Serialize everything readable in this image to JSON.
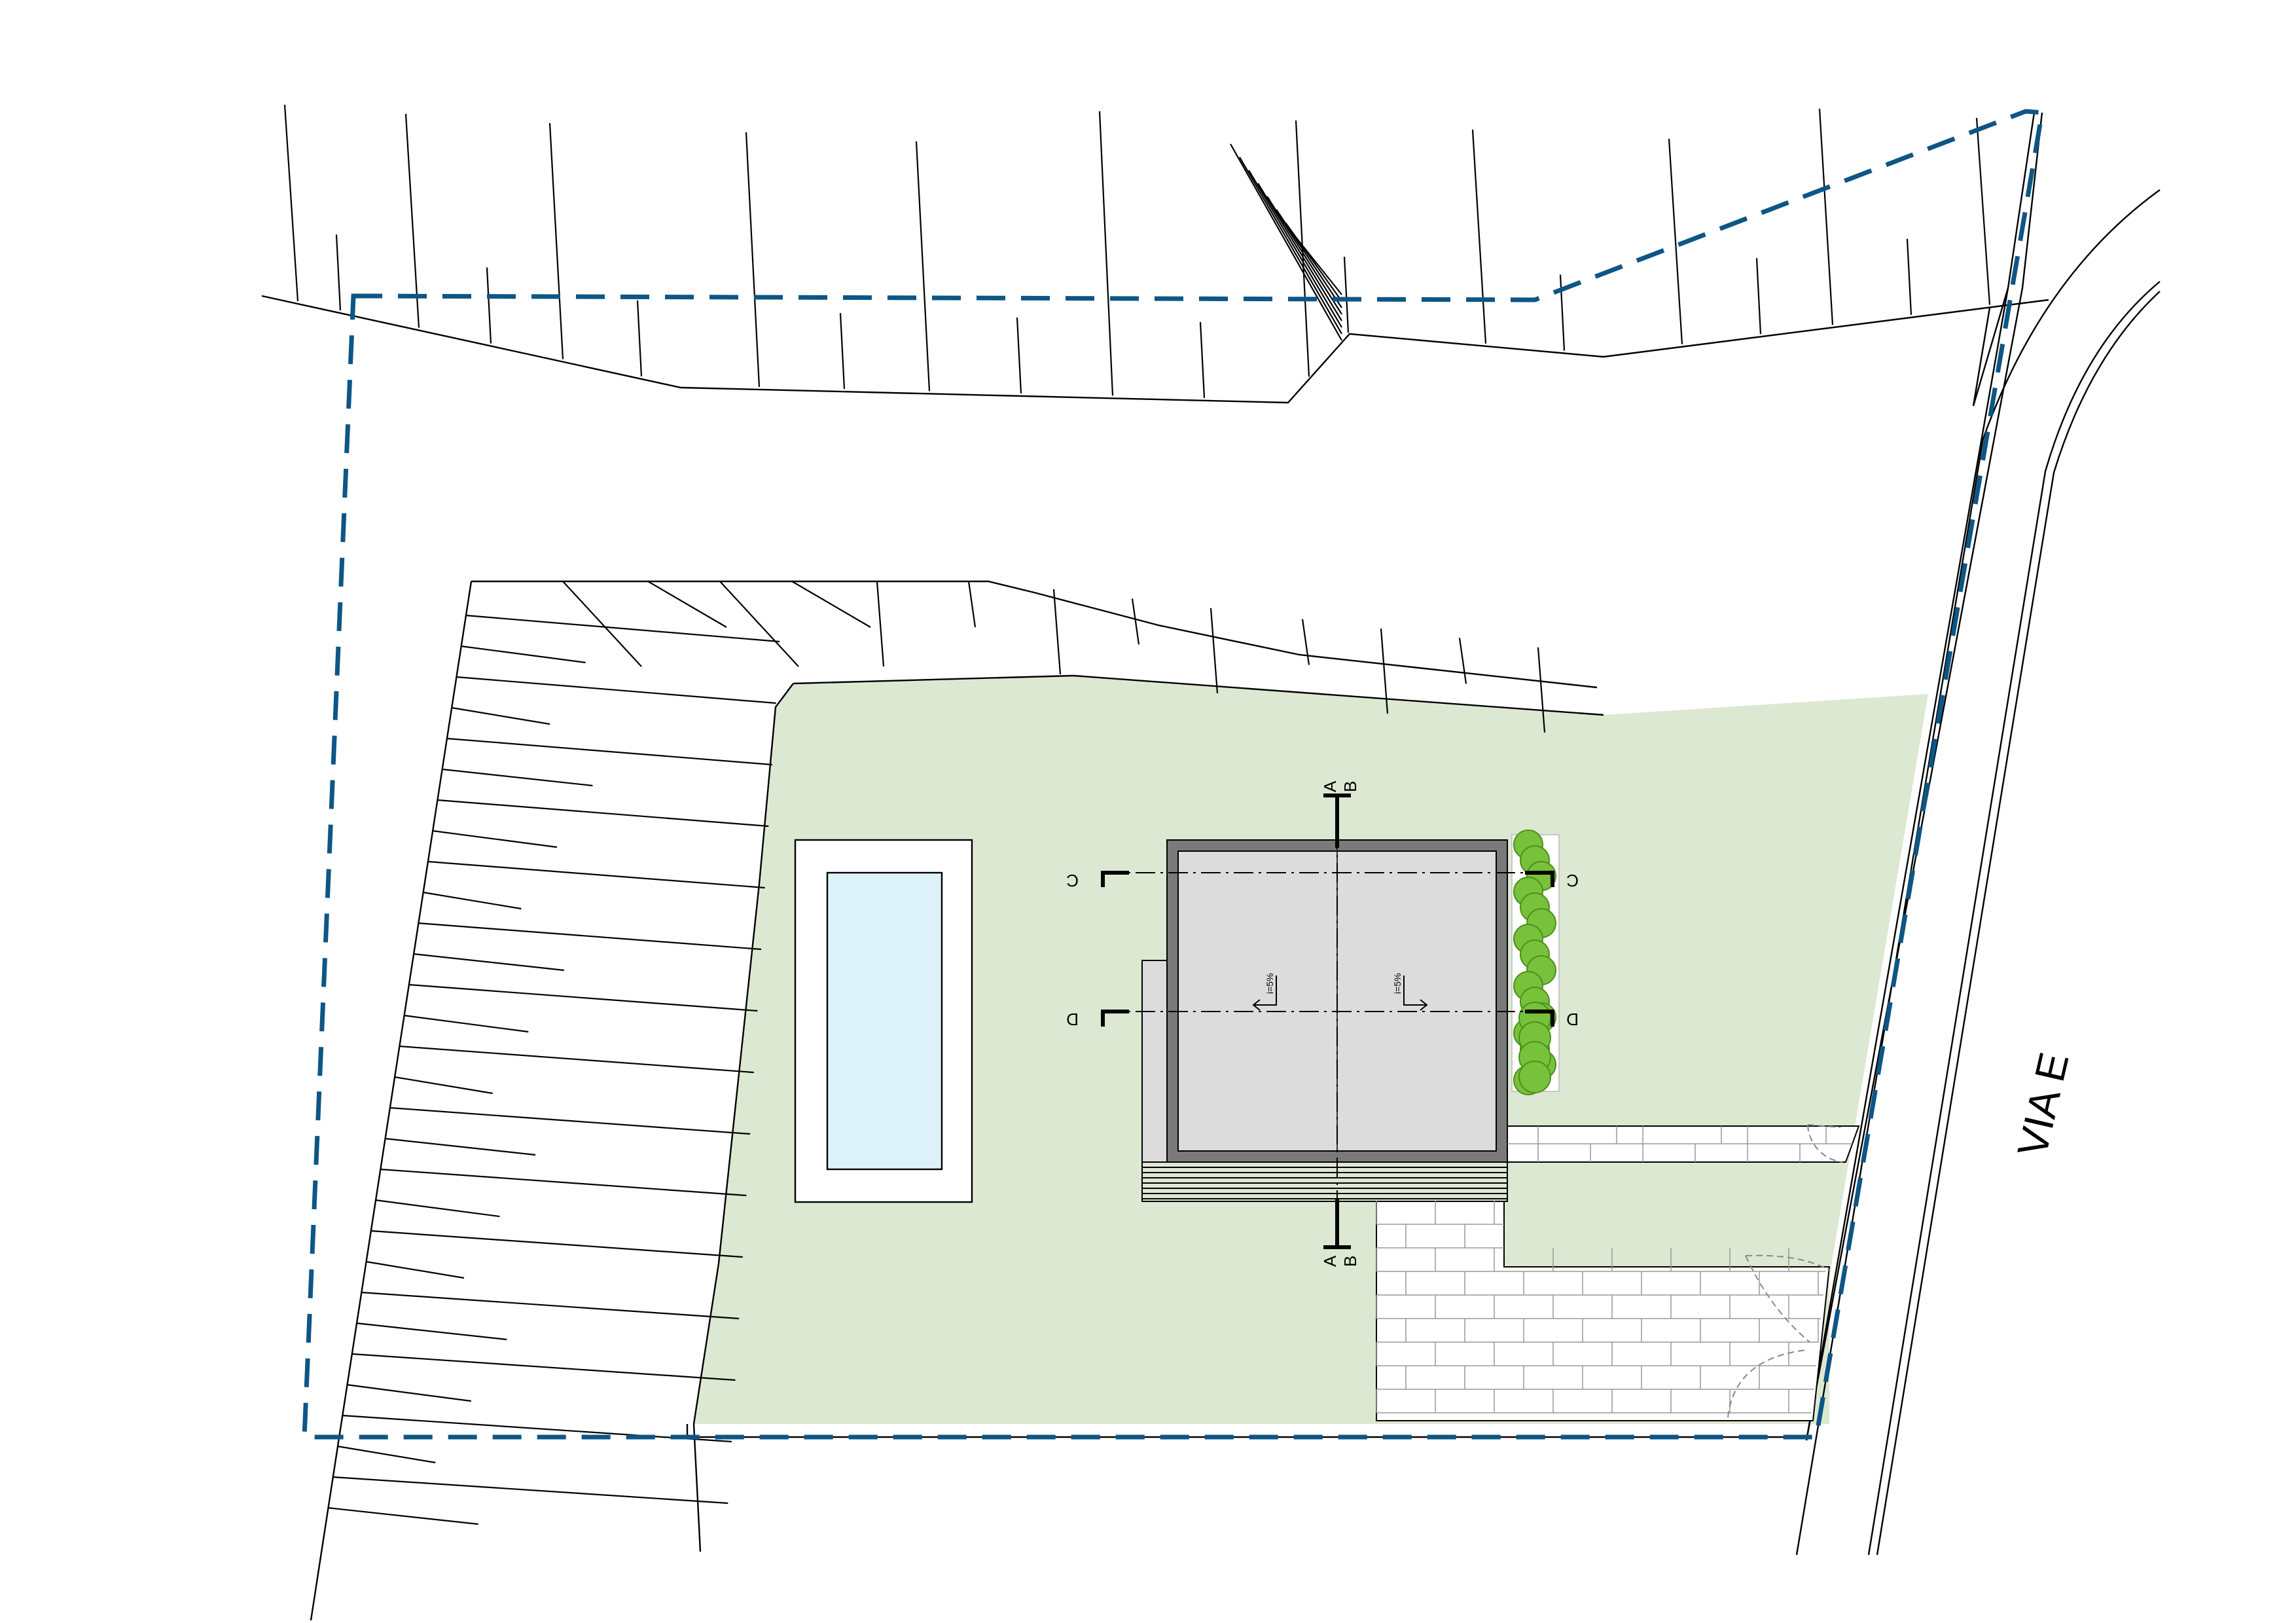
{
  "street": {
    "name": "VIA E"
  },
  "section_labels": {
    "a": "A",
    "b": "B",
    "c": "C",
    "d": "D"
  },
  "slope": {
    "value": "i=5%"
  },
  "colors": {
    "garden": "#dde8d3",
    "pool_water": "#dcf1f8",
    "house_roof": "#dcdcdc",
    "house_wall": "#7a7a7a",
    "boundary": "#0d5685",
    "pavement": "#ffffff",
    "hedge": "#78c13a"
  }
}
